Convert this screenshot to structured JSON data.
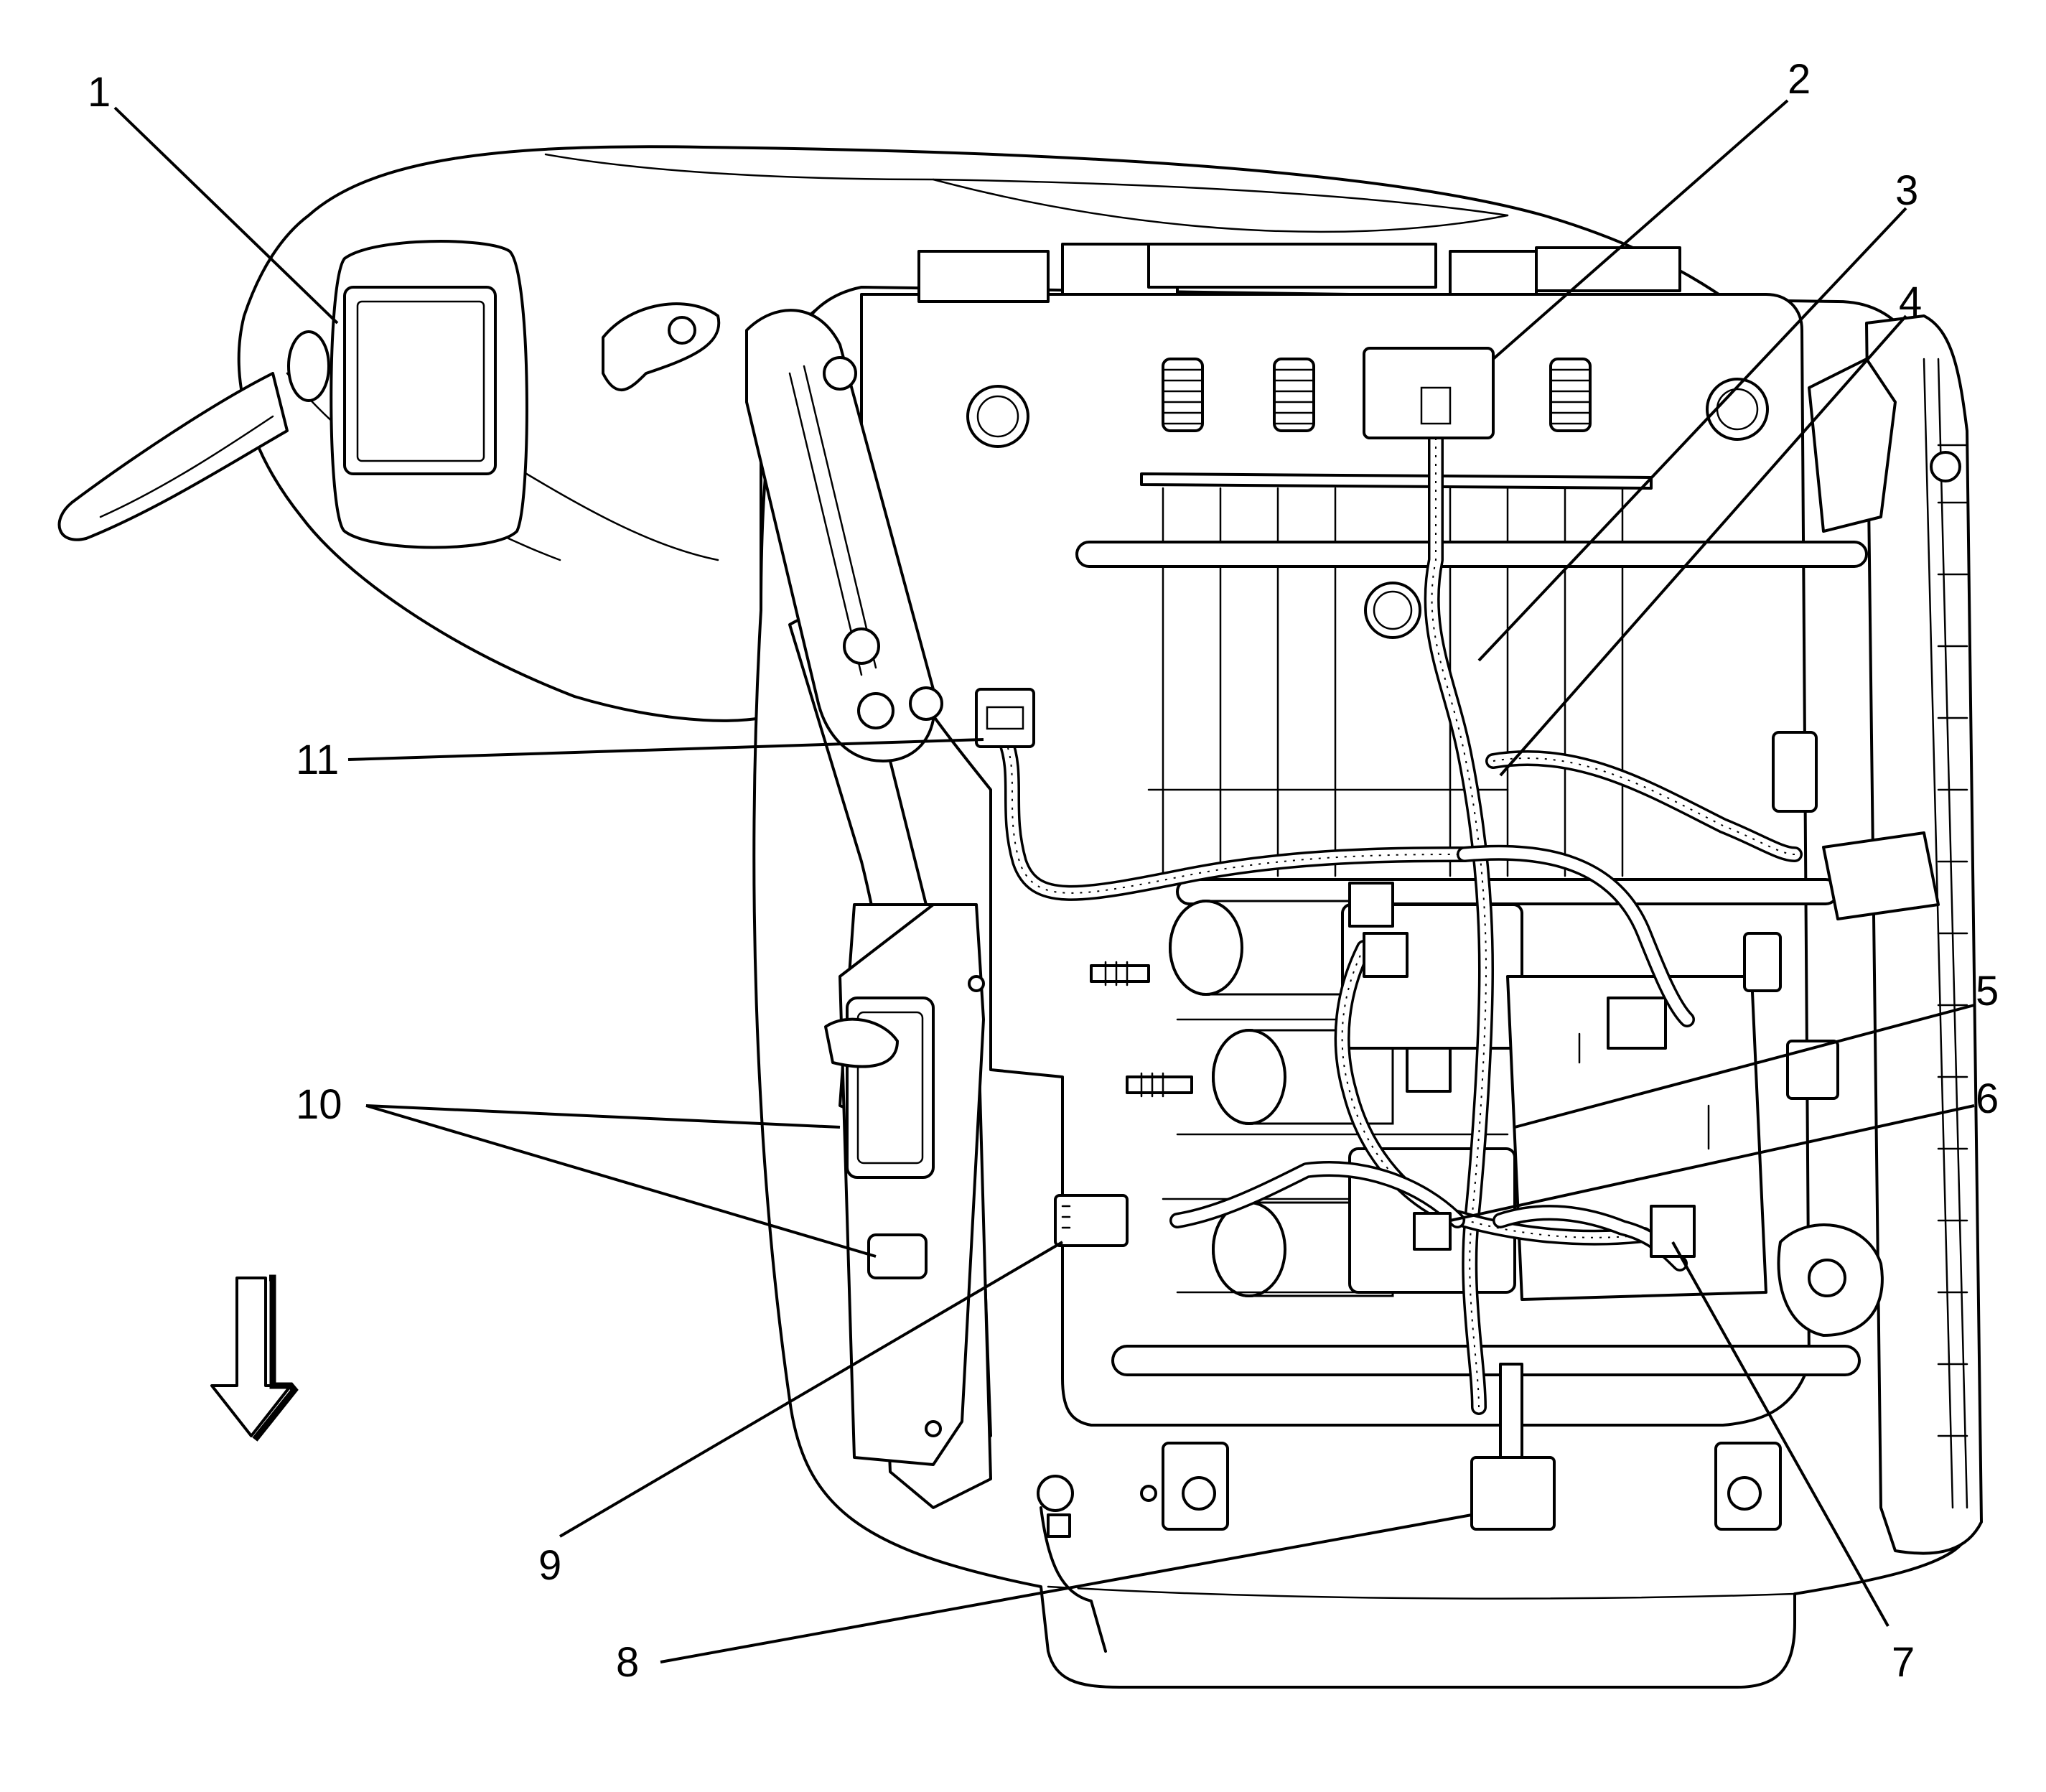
{
  "diagram": {
    "callouts": [
      {
        "id": "1",
        "label": "1"
      },
      {
        "id": "2",
        "label": "2"
      },
      {
        "id": "3",
        "label": "3"
      },
      {
        "id": "4",
        "label": "4"
      },
      {
        "id": "5",
        "label": "5"
      },
      {
        "id": "6",
        "label": "6"
      },
      {
        "id": "7",
        "label": "7"
      },
      {
        "id": "8",
        "label": "8"
      },
      {
        "id": "9",
        "label": "9"
      },
      {
        "id": "10",
        "label": "10"
      },
      {
        "id": "11",
        "label": "11"
      }
    ],
    "direction_arrow": "down-arrow-icon",
    "colors": {
      "line": "#000000",
      "background": "#ffffff"
    }
  }
}
